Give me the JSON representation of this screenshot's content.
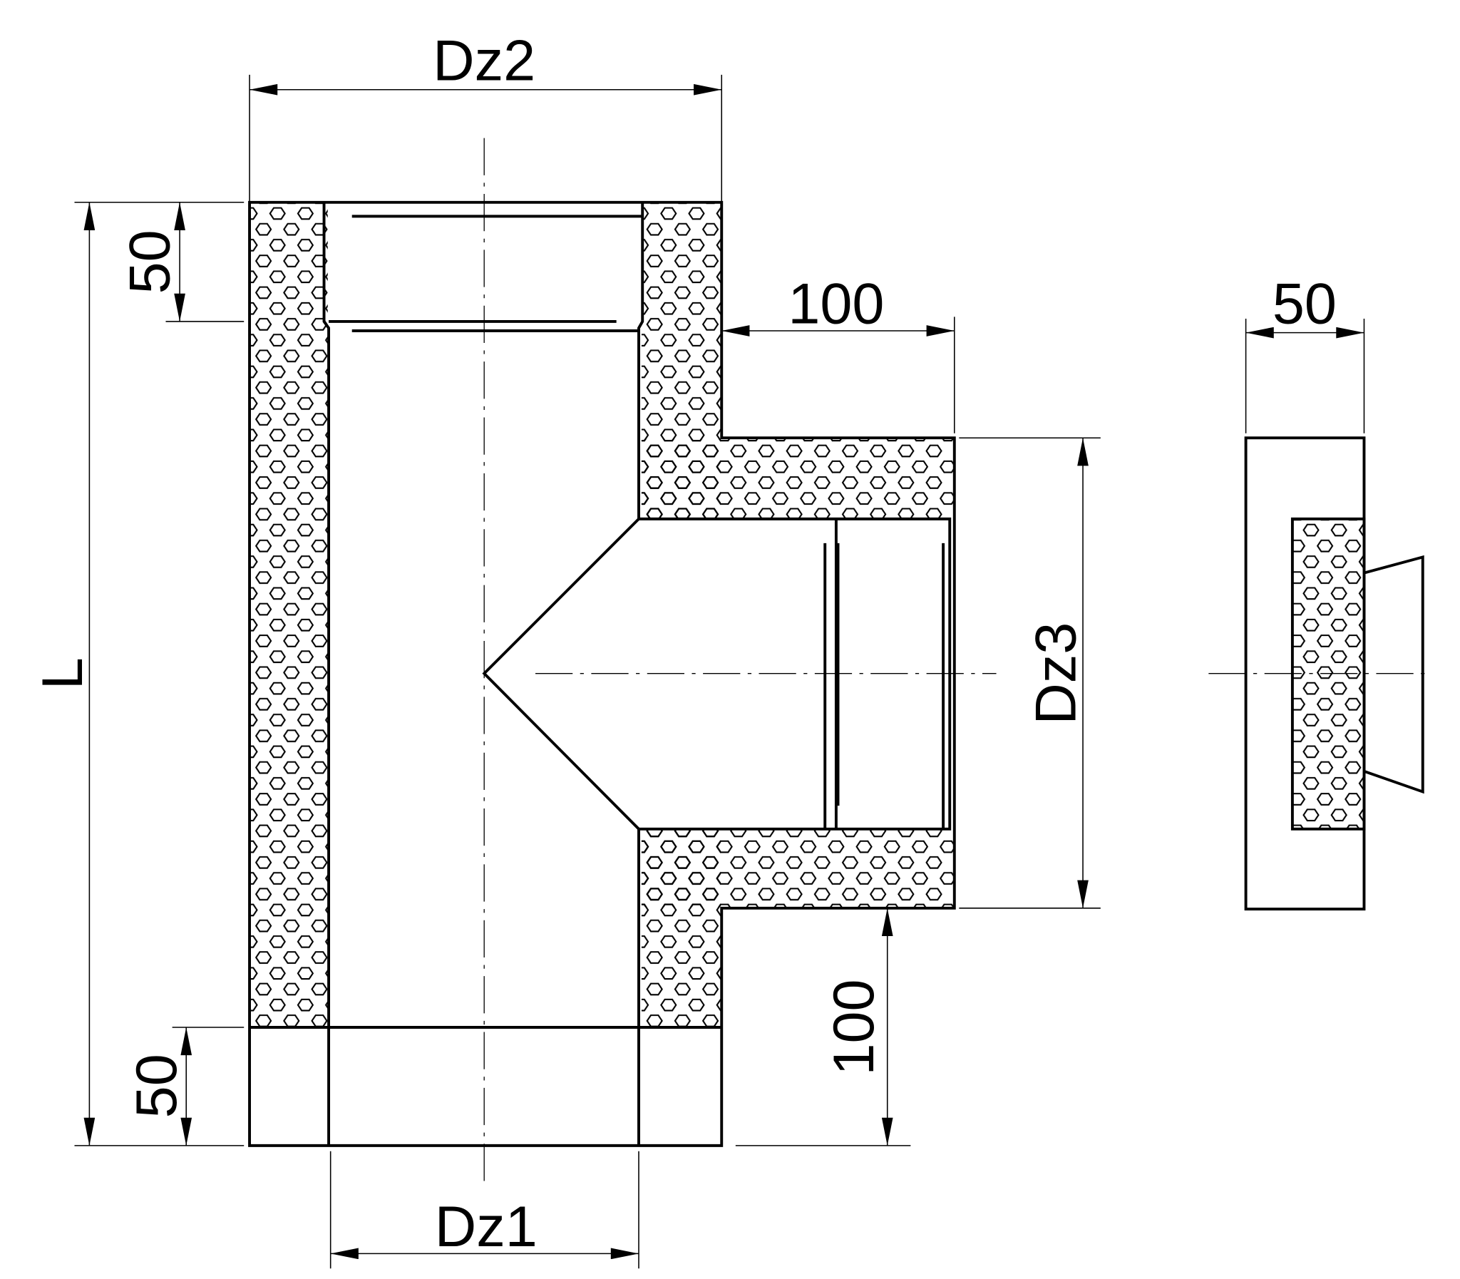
{
  "title": "Insulated tee pipe technical drawing",
  "dimensions": {
    "dz2": "Dz2",
    "dz1": "Dz1",
    "dz3": "Dz3",
    "length": "L",
    "socket_top": "50",
    "socket_bottom": "50",
    "branch_top": "100",
    "branch_bottom": "100",
    "side_width": "50"
  },
  "colors": {
    "line": "#000000",
    "background": "#ffffff"
  }
}
